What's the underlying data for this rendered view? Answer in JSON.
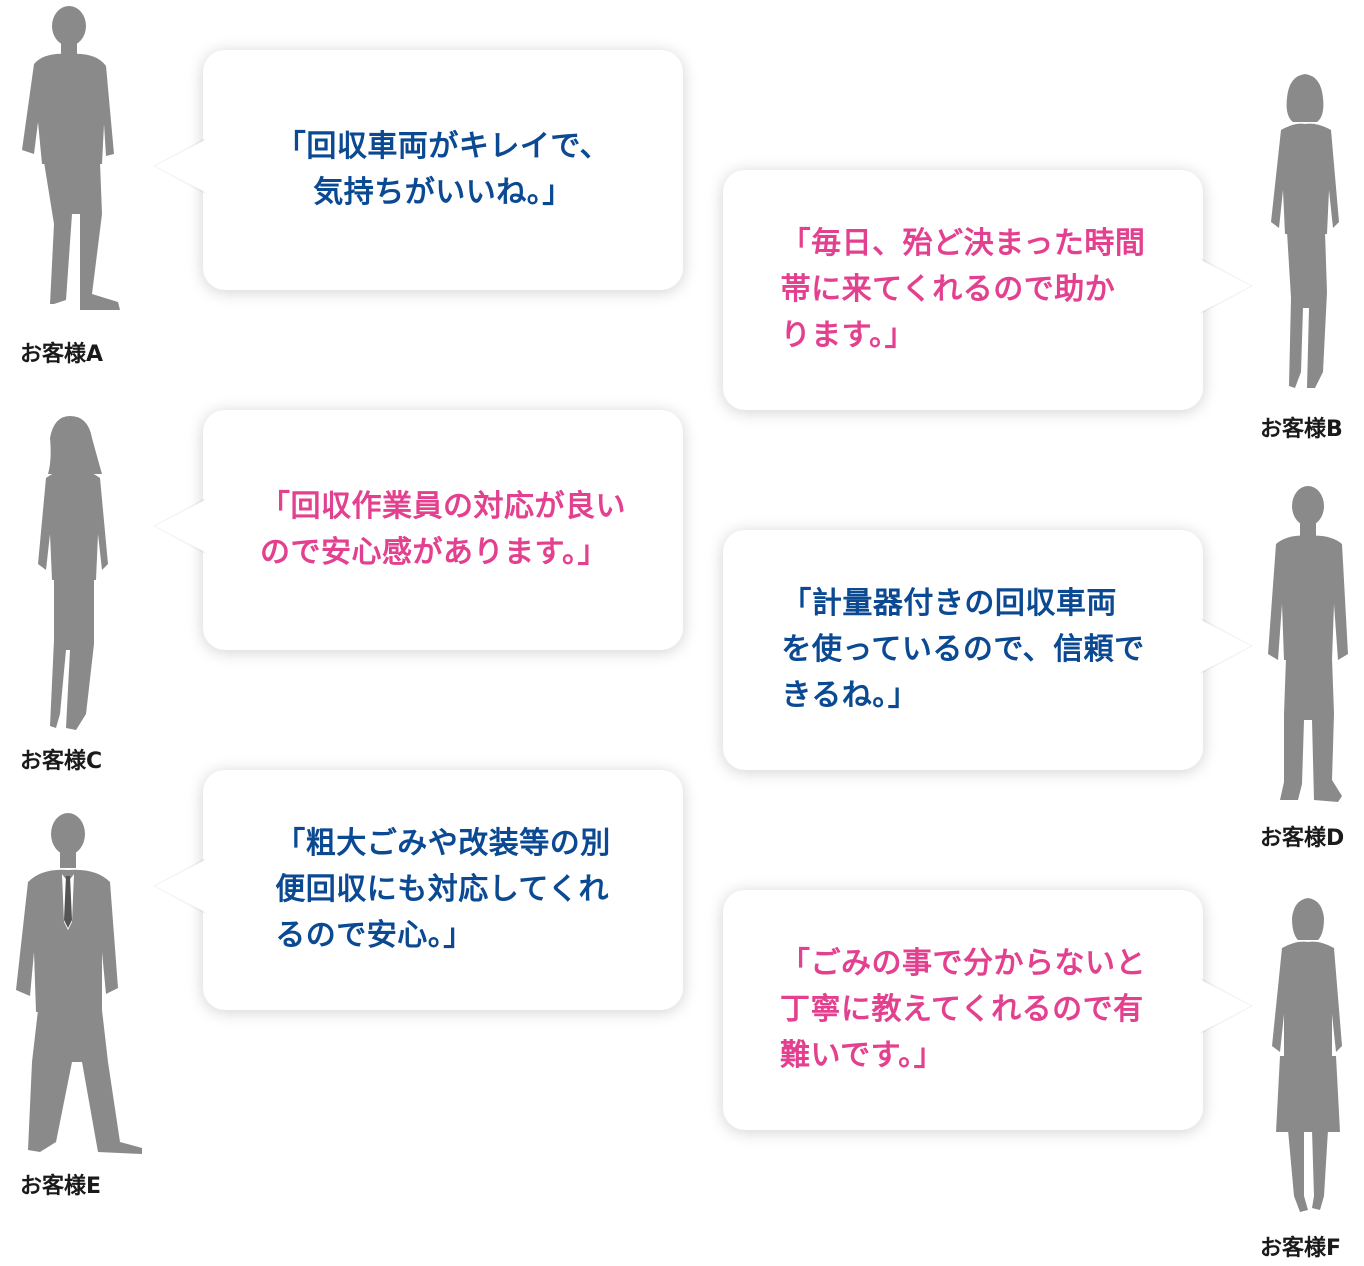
{
  "colors": {
    "blue": "#0b4a93",
    "pink": "#e3418f",
    "silhouette": "#8a8a8a"
  },
  "customers": [
    {
      "label": "お客様A",
      "lines": [
        "「回収車両がキレイで、",
        "気持ちがいいね。」"
      ],
      "color": "blue",
      "icon": "man-silhouette-icon"
    },
    {
      "label": "お客様B",
      "lines": [
        "「毎日、殆ど決まった時間",
        "帯に来てくれるので助か",
        "ります。」"
      ],
      "color": "pink",
      "icon": "woman-silhouette-icon"
    },
    {
      "label": "お客様C",
      "lines": [
        "「回収作業員の対応が良い",
        "ので安心感があります。」"
      ],
      "color": "pink",
      "icon": "woman-silhouette-icon"
    },
    {
      "label": "お客様D",
      "lines": [
        "「計量器付きの回収車両",
        "を使っているので、信頼で",
        "きるね。」"
      ],
      "color": "blue",
      "icon": "man-silhouette-icon"
    },
    {
      "label": "お客様E",
      "lines": [
        "「粗大ごみや改装等の別",
        "便回収にも対応してくれ",
        "るので安心。」"
      ],
      "color": "blue",
      "icon": "man-silhouette-icon"
    },
    {
      "label": "お客様F",
      "lines": [
        "「ごみの事で分からないと",
        "丁寧に教えてくれるので有",
        "難いです。」"
      ],
      "color": "pink",
      "icon": "woman-silhouette-icon"
    }
  ]
}
